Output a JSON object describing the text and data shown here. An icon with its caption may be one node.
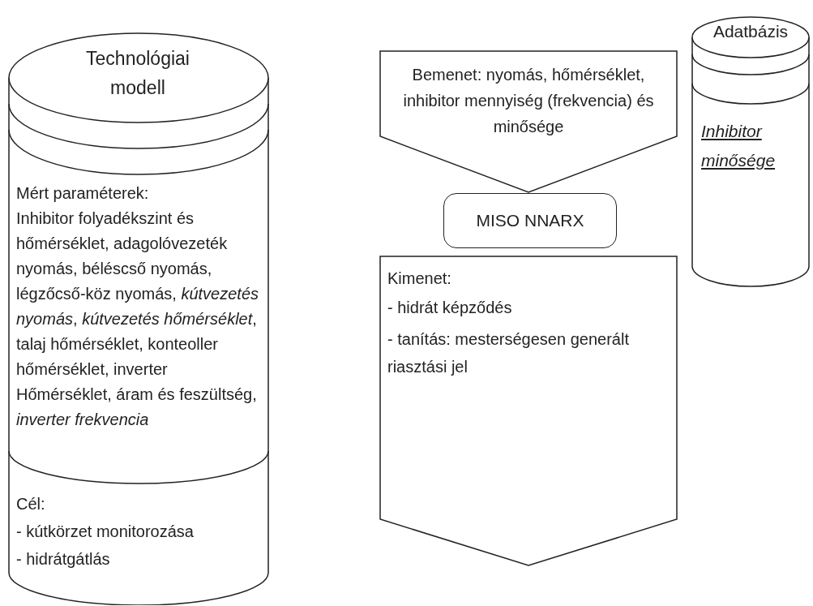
{
  "diagram": {
    "nodes": [
      {
        "text": [
          "Technológiai modell",
          "Mért paraméterek:",
          "Inhibitor folyadékszint és hőmérséklet, adagolóvezeték nyomás, béléscső nyomás, légzőcső-köz nyomás, *kútvezetés nyomás*, *kútvezetés hőmérséklet*, talaj hőmérséklet, konteoller hőmérséklet, inverter Hőmérséklet, áram és feszültség, *inverter frekvencia*",
          "Cél:",
          "- kútkörzet monitorozása",
          "- hidrátgátlás"
        ]
      },
      {
        "text": [
          "Bemenet: nyomás, hőmérséklet, inhibitor mennyiség (frekvencia) és minősége"
        ]
      },
      {
        "text": [
          "MISO NNARX"
        ]
      },
      {
        "text": [
          "Kimenet:",
          "- hidrát képződés",
          "- tanítás: mesterségesen generált riasztási jel"
        ]
      },
      {
        "text": [
          "Adatbázis",
          "Inhibitor minősége"
        ]
      }
    ],
    "edges": []
  }
}
